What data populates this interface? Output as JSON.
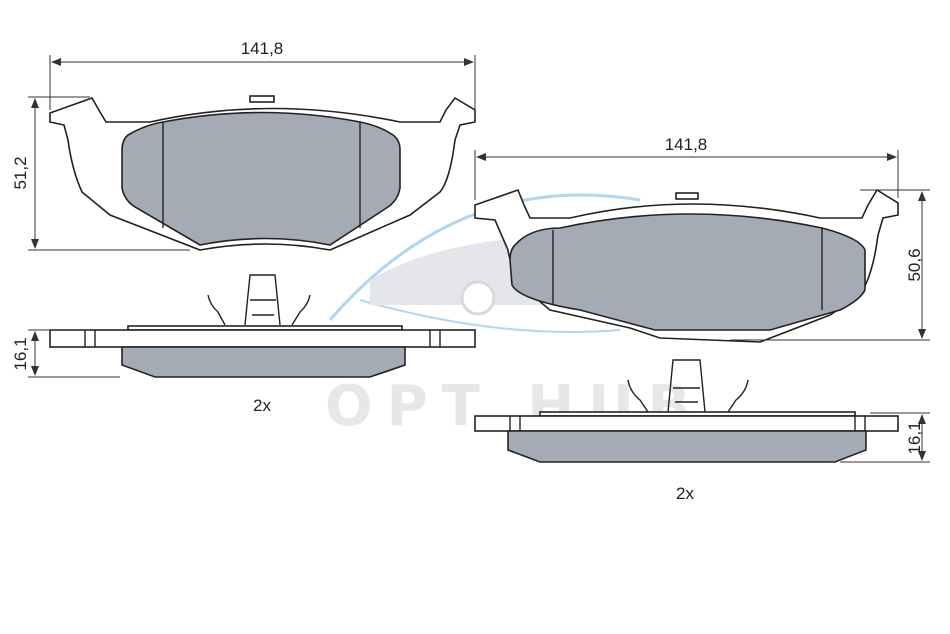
{
  "front_pad": {
    "width": "141,8",
    "height": "51,2",
    "thickness": "16,1",
    "quantity": "2x"
  },
  "rear_pad": {
    "width": "141,8",
    "height": "50,6",
    "thickness": "16,1",
    "quantity": "2x"
  },
  "watermark": {
    "text": "OPT HUB"
  },
  "colors": {
    "friction": "#a4abb4",
    "line": "#222222",
    "watermark": "#c9c9c9",
    "accent": "#6fb6e8"
  }
}
